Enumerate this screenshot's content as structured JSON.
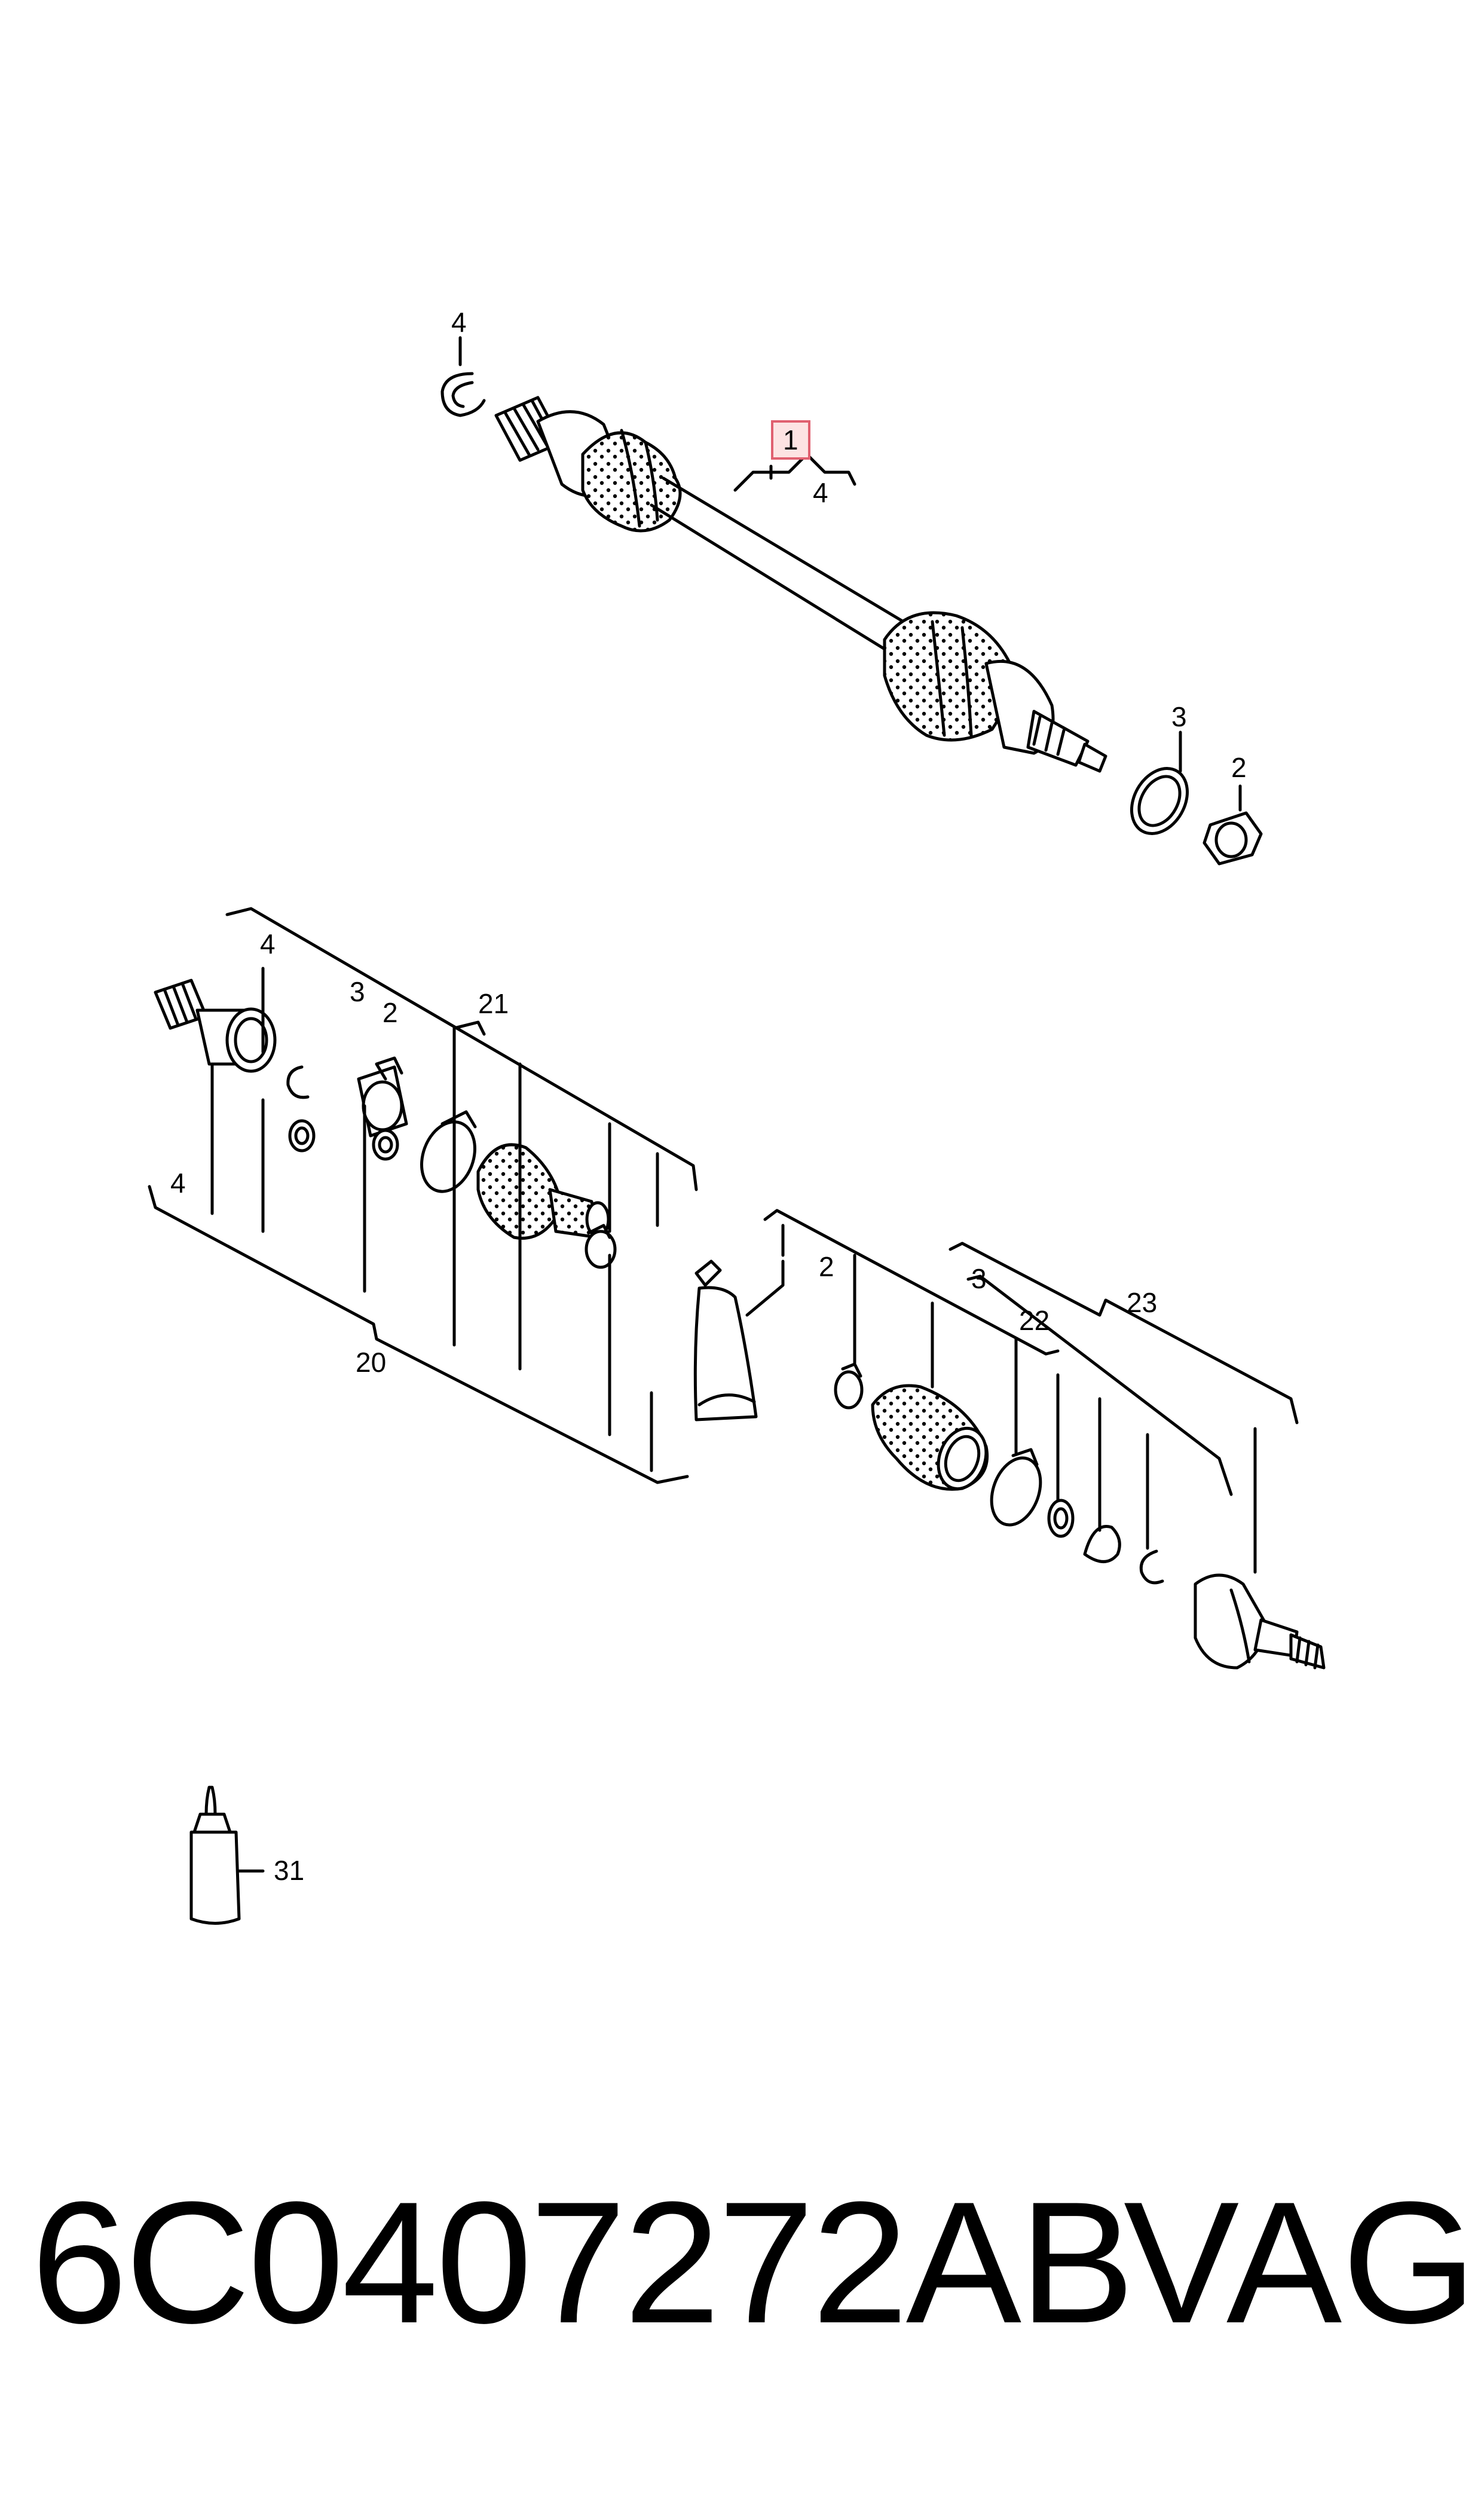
{
  "callouts": {
    "c1": "1",
    "top4a": "4",
    "top4b": "4",
    "top3": "3",
    "top2": "2",
    "l4a": "4",
    "l3": "3",
    "l2": "2",
    "l21": "21",
    "l4b": "4",
    "l20": "20",
    "r2": "2",
    "r3": "3",
    "r22": "22",
    "r23": "23",
    "c31": "31"
  },
  "footer": {
    "part_number": "6C0407272AB",
    "brand": "VAG"
  },
  "colors": {
    "line": "#000000",
    "highlight_fill": "#fde3e3",
    "highlight_stroke": "#e06070"
  }
}
